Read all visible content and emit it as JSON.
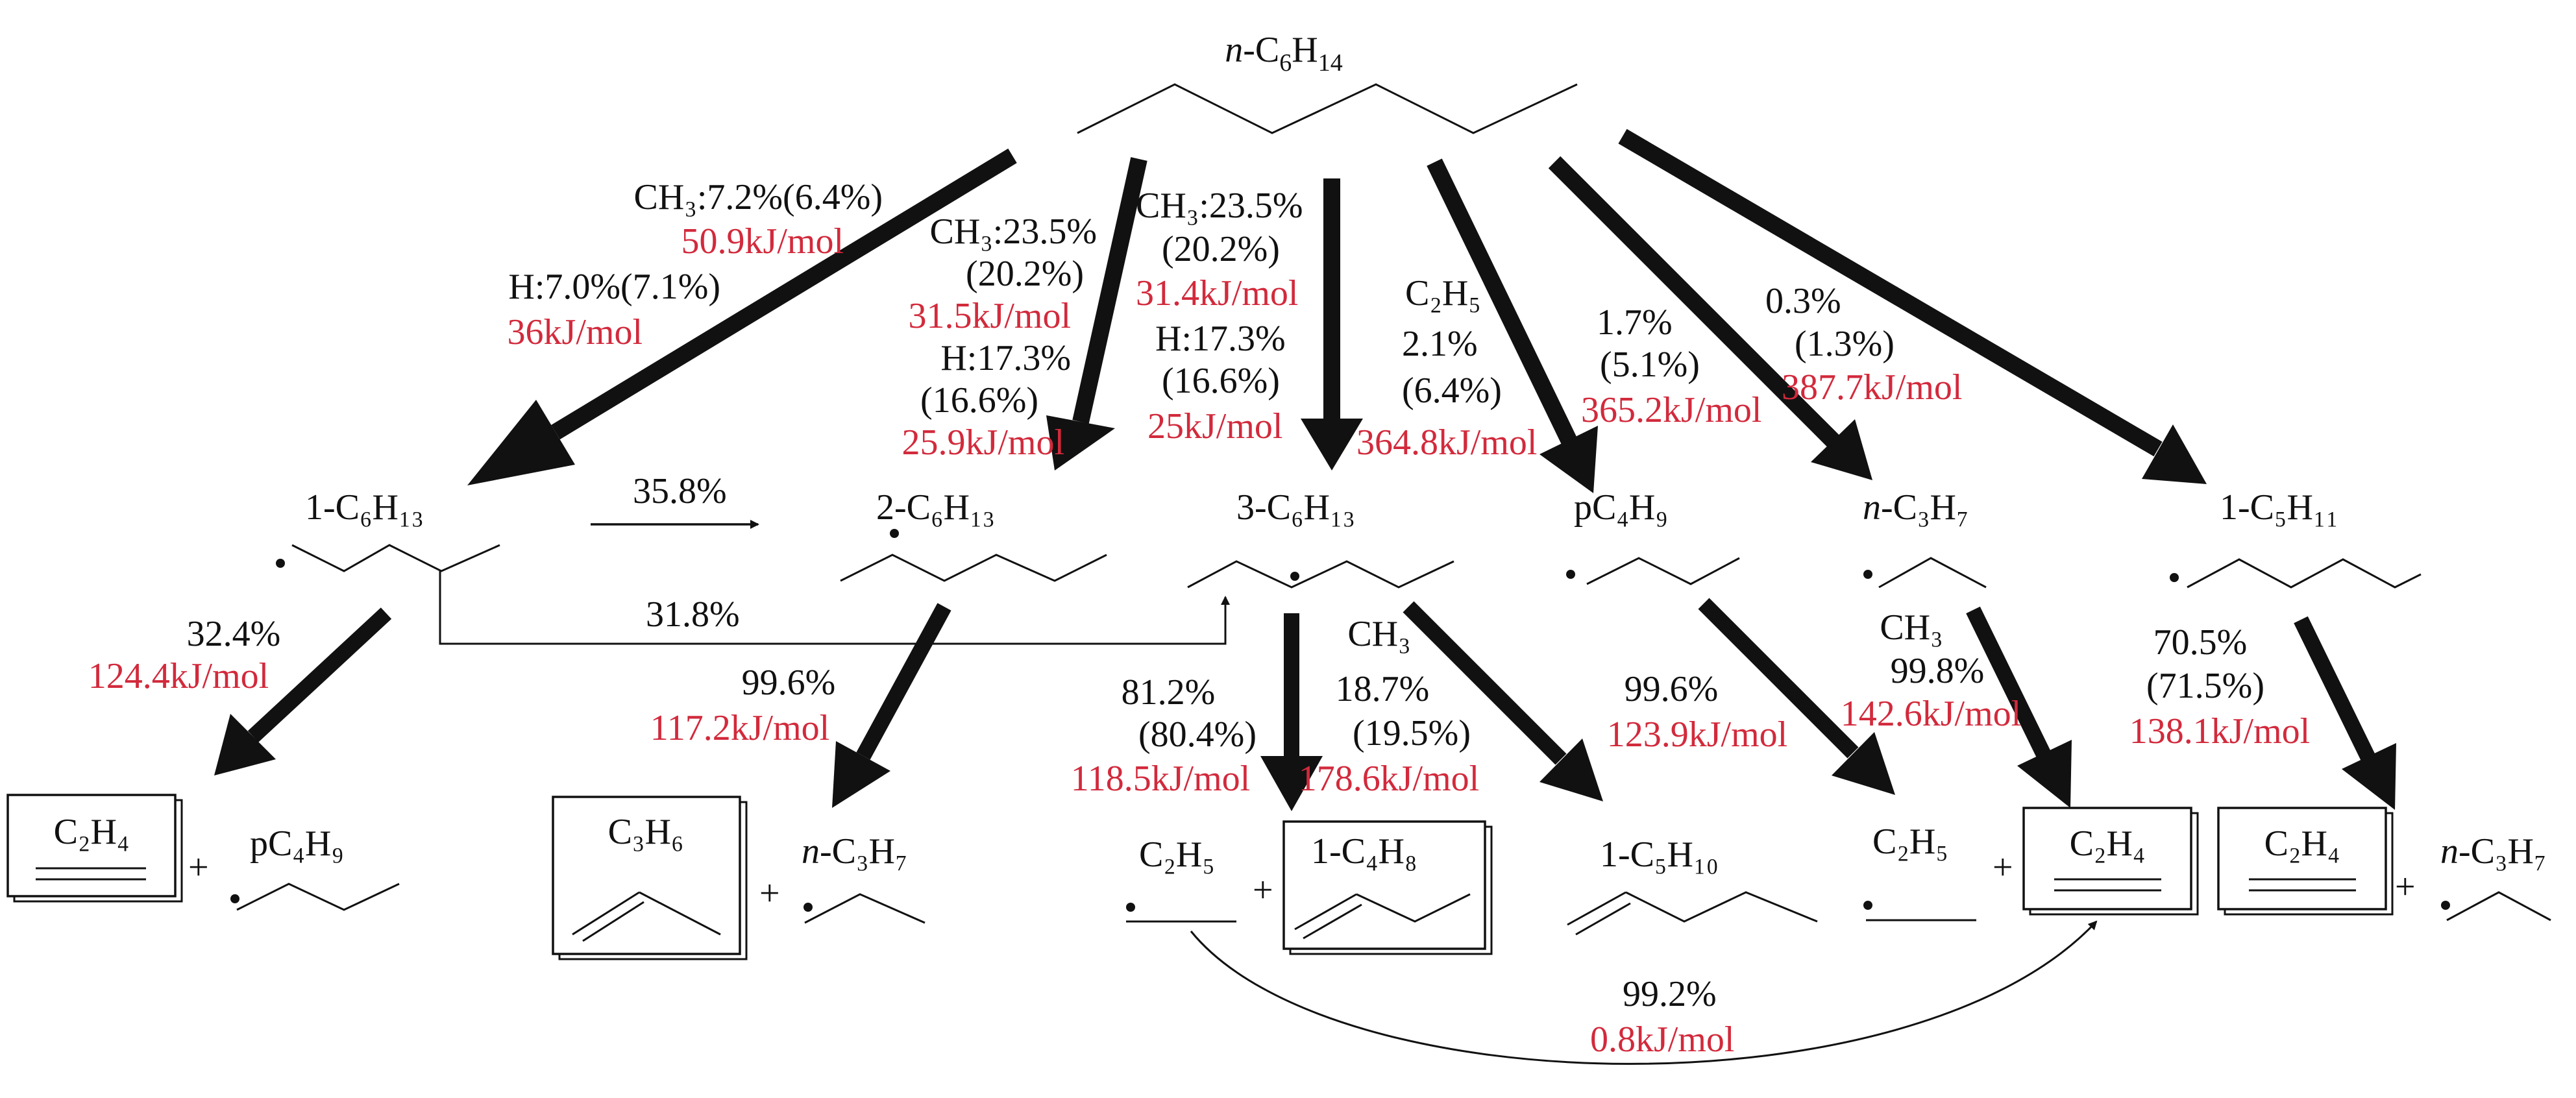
{
  "reactant": {
    "prefix": "n-",
    "formula": [
      [
        "C",
        "6"
      ],
      [
        "H",
        "14"
      ]
    ]
  },
  "colors": {
    "ink": "#111111",
    "energy": "#d22a3c"
  },
  "labels": {
    "p1_l1": "CH₃:7.2%(6.4%)",
    "p1_l2": "50.9kJ/mol",
    "p1_l3": "H:7.0%(7.1%)",
    "p1_l4": "36kJ/mol",
    "p2_l1": "CH₃:23.5%",
    "p2_l2": "(20.2%)",
    "p2_l3": "31.5kJ/mol",
    "p2_l4": "H:17.3%",
    "p2_l5": "(16.6%)",
    "p2_l6": "25.9kJ/mol",
    "p3_l1": "CH₃:23.5%",
    "p3_l2": "(20.2%)",
    "p3_l3": "31.4kJ/mol",
    "p3_l4": "H:17.3%",
    "p3_l5": "(16.6%)",
    "p3_l6": "25kJ/mol",
    "p4_l1": "C₂H₅",
    "p4_l2": "2.1%",
    "p4_l3": "(6.4%)",
    "p4_l4": "364.8kJ/mol",
    "p5_l1": "1.7%",
    "p5_l2": "(5.1%)",
    "p5_l3": "365.2kJ/mol",
    "p6_l1": "0.3%",
    "p6_l2": "(1.3%)",
    "p6_l3": "387.7kJ/mol",
    "iso1": "35.8%",
    "iso2": "31.8%",
    "r1_l1": "32.4%",
    "r1_l2": "124.4kJ/mol",
    "r2_l1": "99.6%",
    "r2_l2": "117.2kJ/mol",
    "r3_l1": "81.2%",
    "r3_l2": "(80.4%)",
    "r3_l3": "118.5kJ/mol",
    "r4_l1": "CH₃",
    "r4_l2": "18.7%",
    "r4_l3": "(19.5%)",
    "r4_l4": "178.6kJ/mol",
    "r5_l1": "99.6%",
    "r5_l2": "123.9kJ/mol",
    "r6_l1": "CH₃",
    "r6_l2": "99.8%",
    "r6_l3": "142.6kJ/mol",
    "r7_l1": "70.5%",
    "r7_l2": "(71.5%)",
    "r7_l3": "138.1kJ/mol",
    "c_l1": "99.2%",
    "c_l2": "0.8kJ/mol"
  },
  "radicals": {
    "hex1": "1-C₆H₁₃",
    "hex2": "2-C₆H₁₃",
    "hex3": "3-C₆H₁₃",
    "butyl": "pC₄H₉",
    "propyl": "n-C₃H₇",
    "pentyl": "1-C₅H₁₁"
  },
  "products": {
    "ethylene_a": "C₂H₄",
    "butyl_a": "pC₄H₉",
    "propene": "C₃H₆",
    "propyl_a": "n-C₃H₇",
    "ethyl_a": "C₂H₅",
    "butene": "1-C₄H₈",
    "pentene": "1-C₅H₁₀",
    "ethyl_b": "C₂H₅",
    "ethylene_b": "C₂H₄",
    "ethylene_c": "C₂H₄",
    "propyl_b": "n-C₃H₇",
    "plus": "+"
  }
}
